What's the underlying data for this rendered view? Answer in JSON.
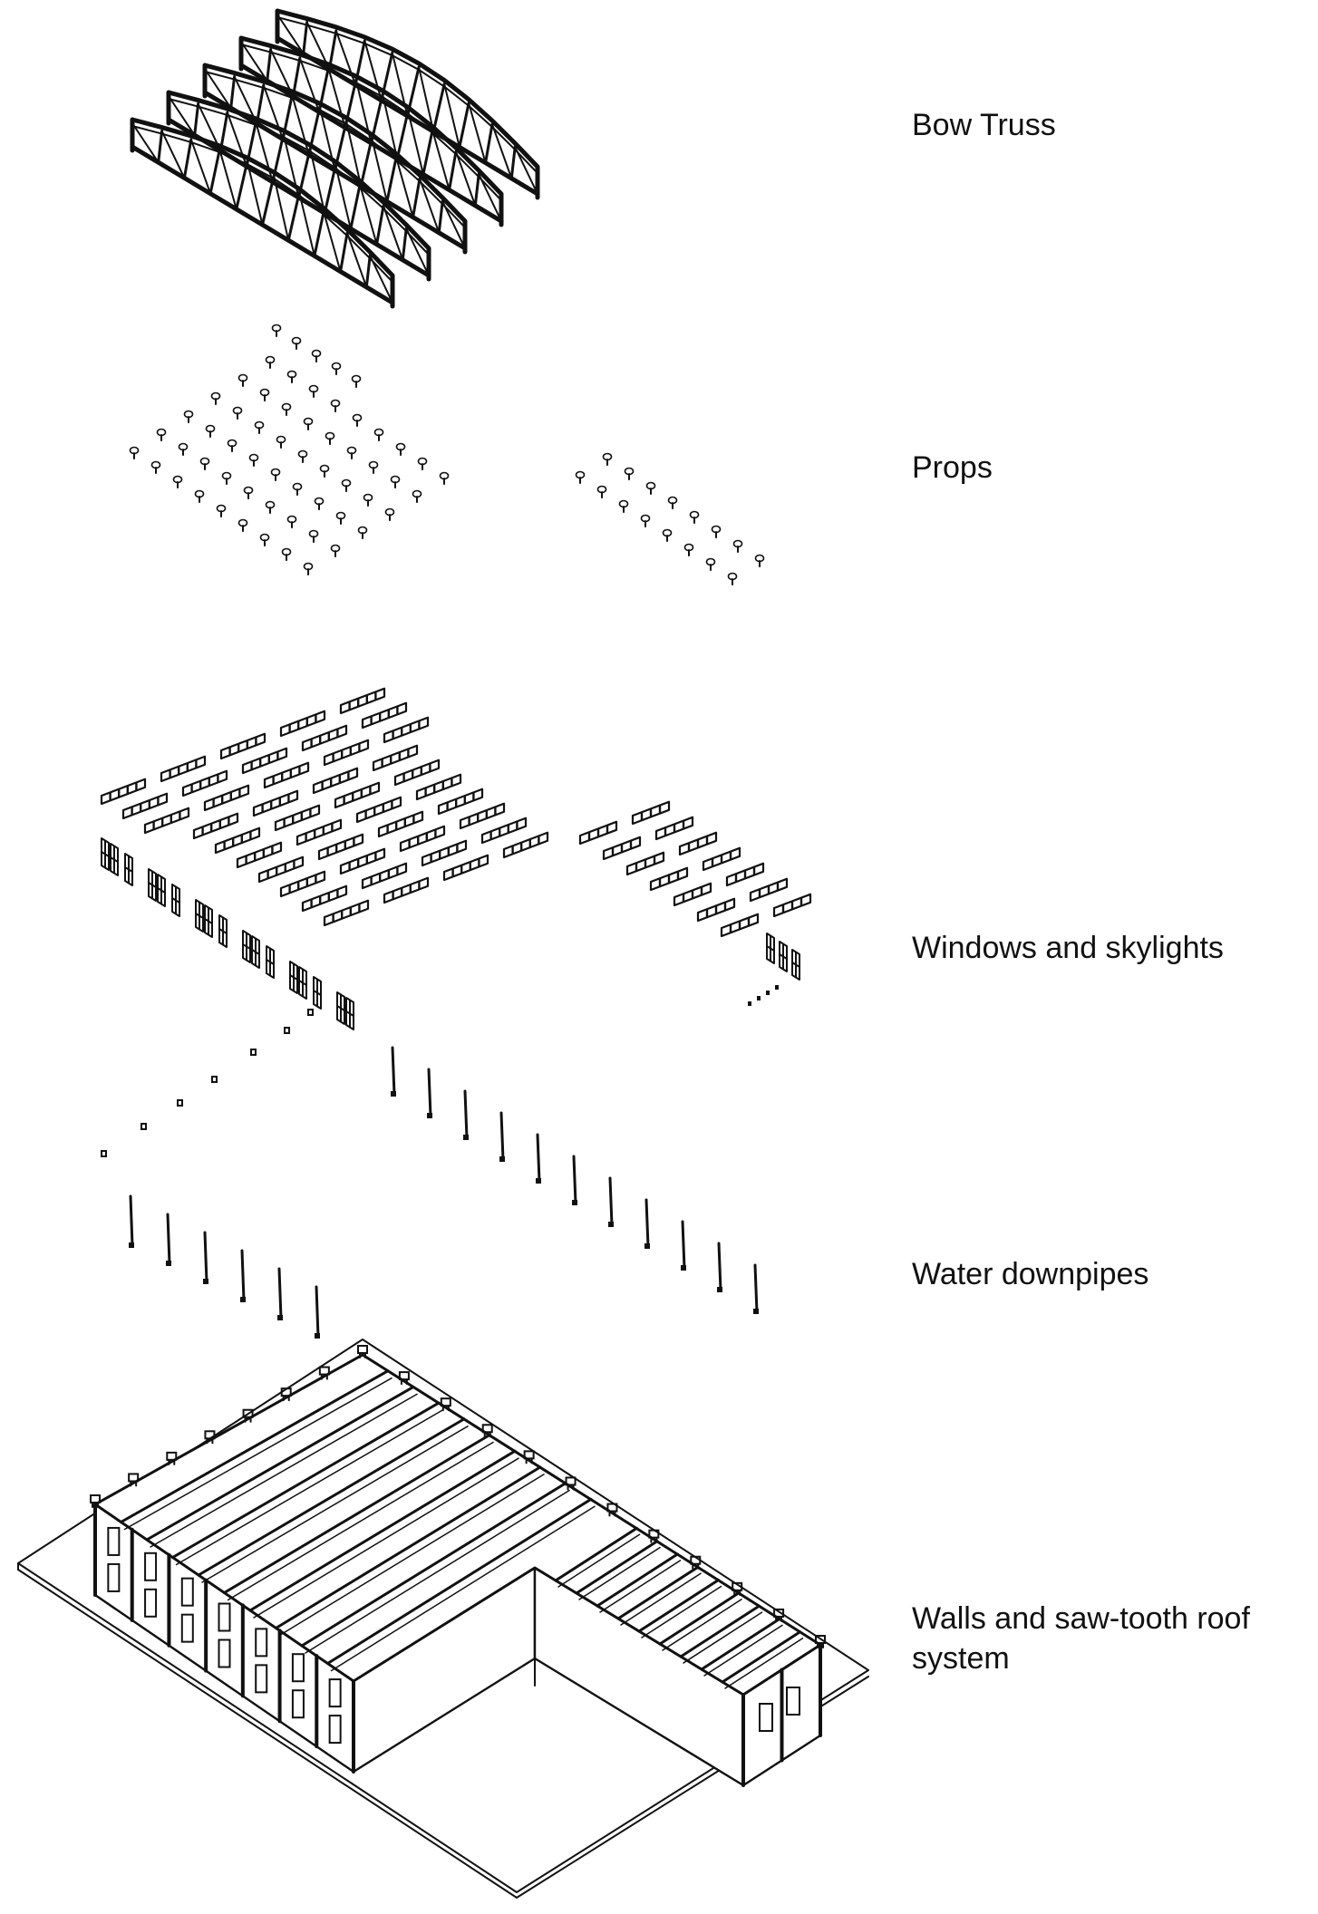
{
  "diagram": {
    "layers": [
      {
        "id": "bow-truss",
        "label": "Bow Truss"
      },
      {
        "id": "props",
        "label": "Props"
      },
      {
        "id": "windows",
        "label": "Windows and skylights"
      },
      {
        "id": "downpipes",
        "label": "Water downpipes"
      },
      {
        "id": "walls-roof",
        "label": "Walls and saw-tooth roof\nsystem"
      }
    ]
  },
  "colors": {
    "ink": "#111111",
    "background": "#ffffff"
  }
}
